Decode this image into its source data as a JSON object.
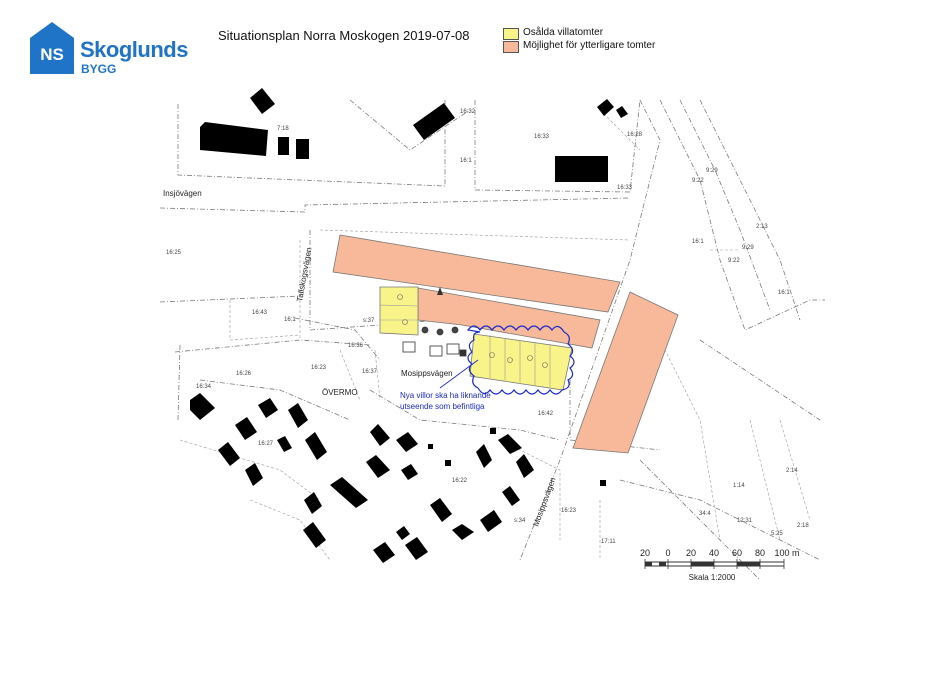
{
  "logo": {
    "mark": "NS",
    "company": "Skoglunds",
    "sub": "BYGG"
  },
  "title": "Situationsplan Norra Moskogen 2019-07-08",
  "legend": [
    {
      "label": "Osålda villatomter",
      "color": "#f9f48a"
    },
    {
      "label": "Möjlighet för ytterligare tomter",
      "color": "#f7b99a"
    }
  ],
  "streets": {
    "insjovagen": "Insjövägen",
    "tallskogsvagen": "Tallskogsvägen",
    "mosippsvagen_top": "Mosippsvägen",
    "mosippsvagen_side": "Mosippsvägen"
  },
  "place": "ÖVERMO",
  "annotation": {
    "line1": "Nya villor ska ha liknande",
    "line2": "utseende som befintliga"
  },
  "parcels": [
    "7:18",
    "16:32",
    "16:33",
    "16:28",
    "16:1",
    "16:33",
    "9:22",
    "9:29",
    "16:25",
    "16:1",
    "2:13",
    "9:29",
    "9:22",
    "16:1",
    "16:43",
    "16:1",
    "s:37",
    "16:36",
    "16:23",
    "16:37",
    "16:26",
    "16:34",
    "16:27",
    "16:42",
    "16:22",
    "s:34",
    "16:23",
    "2:14",
    "1:14",
    "34:4",
    "12:31",
    "5:25",
    "2:18",
    "17:11"
  ],
  "scale": {
    "ticks": [
      "20",
      "0",
      "20",
      "40",
      "60",
      "80",
      "100 m"
    ],
    "label": "Skala 1:2000"
  },
  "colors": {
    "brand": "#1f74c7",
    "unsold": "#f9f48a",
    "possible": "#f7b99a",
    "annotation": "#1a2acc"
  }
}
